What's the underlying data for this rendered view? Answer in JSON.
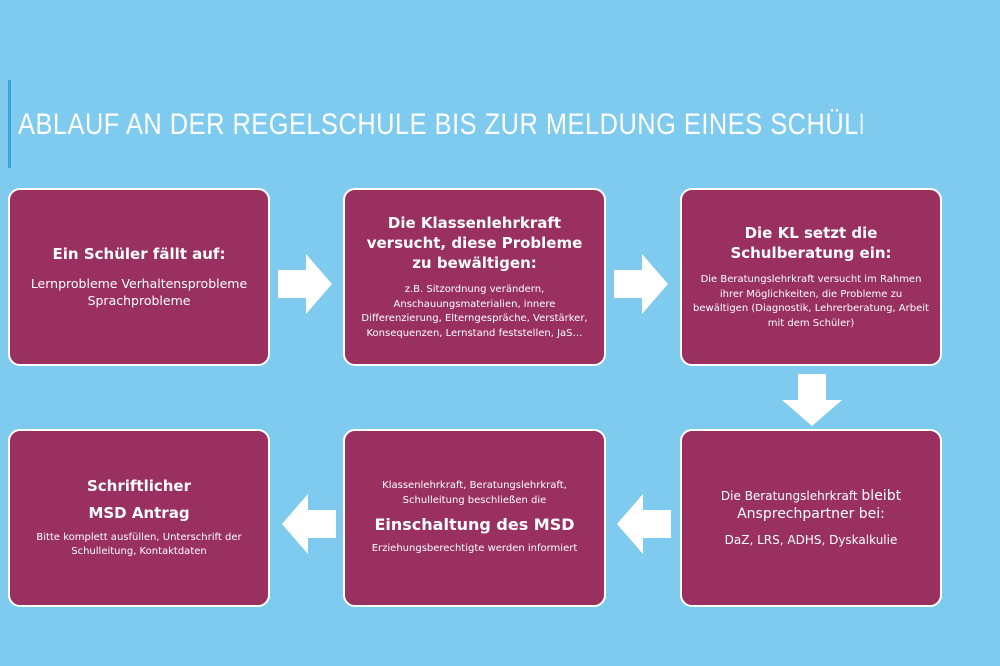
{
  "title": "Ablauf an der Regelschule bis zur Meldung eines Schülers an den MSD",
  "boxes": {
    "b1": {
      "heading": "Ein Schüler fällt auf:",
      "body": "Lernprobleme Verhaltensprobleme Sprachprobleme"
    },
    "b2": {
      "heading": "Die Klassenlehrkraft versucht, diese Probleme zu bewältigen:",
      "body": "z.B. Sitzordnung verändern, Anschauungsmaterialien, innere Differenzierung, Elterngespräche, Verstärker, Konsequenzen, Lernstand feststellen, JaS…"
    },
    "b3": {
      "heading": "Die KL setzt die Schulberatung ein:",
      "body": "Die Beratungslehrkraft versucht im Rahmen ihrer Möglichkeiten, die Probleme zu bewältigen (Diagnostik, Lehrerberatung, Arbeit mit dem Schüler)"
    },
    "b4": {
      "line1_a": "Die Beratungslehrkraft",
      "line1_b": "bleibt",
      "line2": "Ansprechpartner bei:",
      "body": "DaZ, LRS, ADHS, Dyskalkulie"
    },
    "b5": {
      "top": "Klassenlehrkraft, Beratungslehrkraft, Schulleitung beschließen die",
      "heading": "Einschaltung des MSD",
      "body": "Erziehungsberechtigte werden informiert"
    },
    "b6": {
      "heading1": "Schriftlicher",
      "heading2": "MSD Antrag",
      "body": "Bitte komplett ausfüllen, Unterschrift der Schulleitung, Kontaktdaten"
    }
  },
  "colors": {
    "background": "#7ecbef",
    "box": "#99305f",
    "text": "#ffffff"
  }
}
